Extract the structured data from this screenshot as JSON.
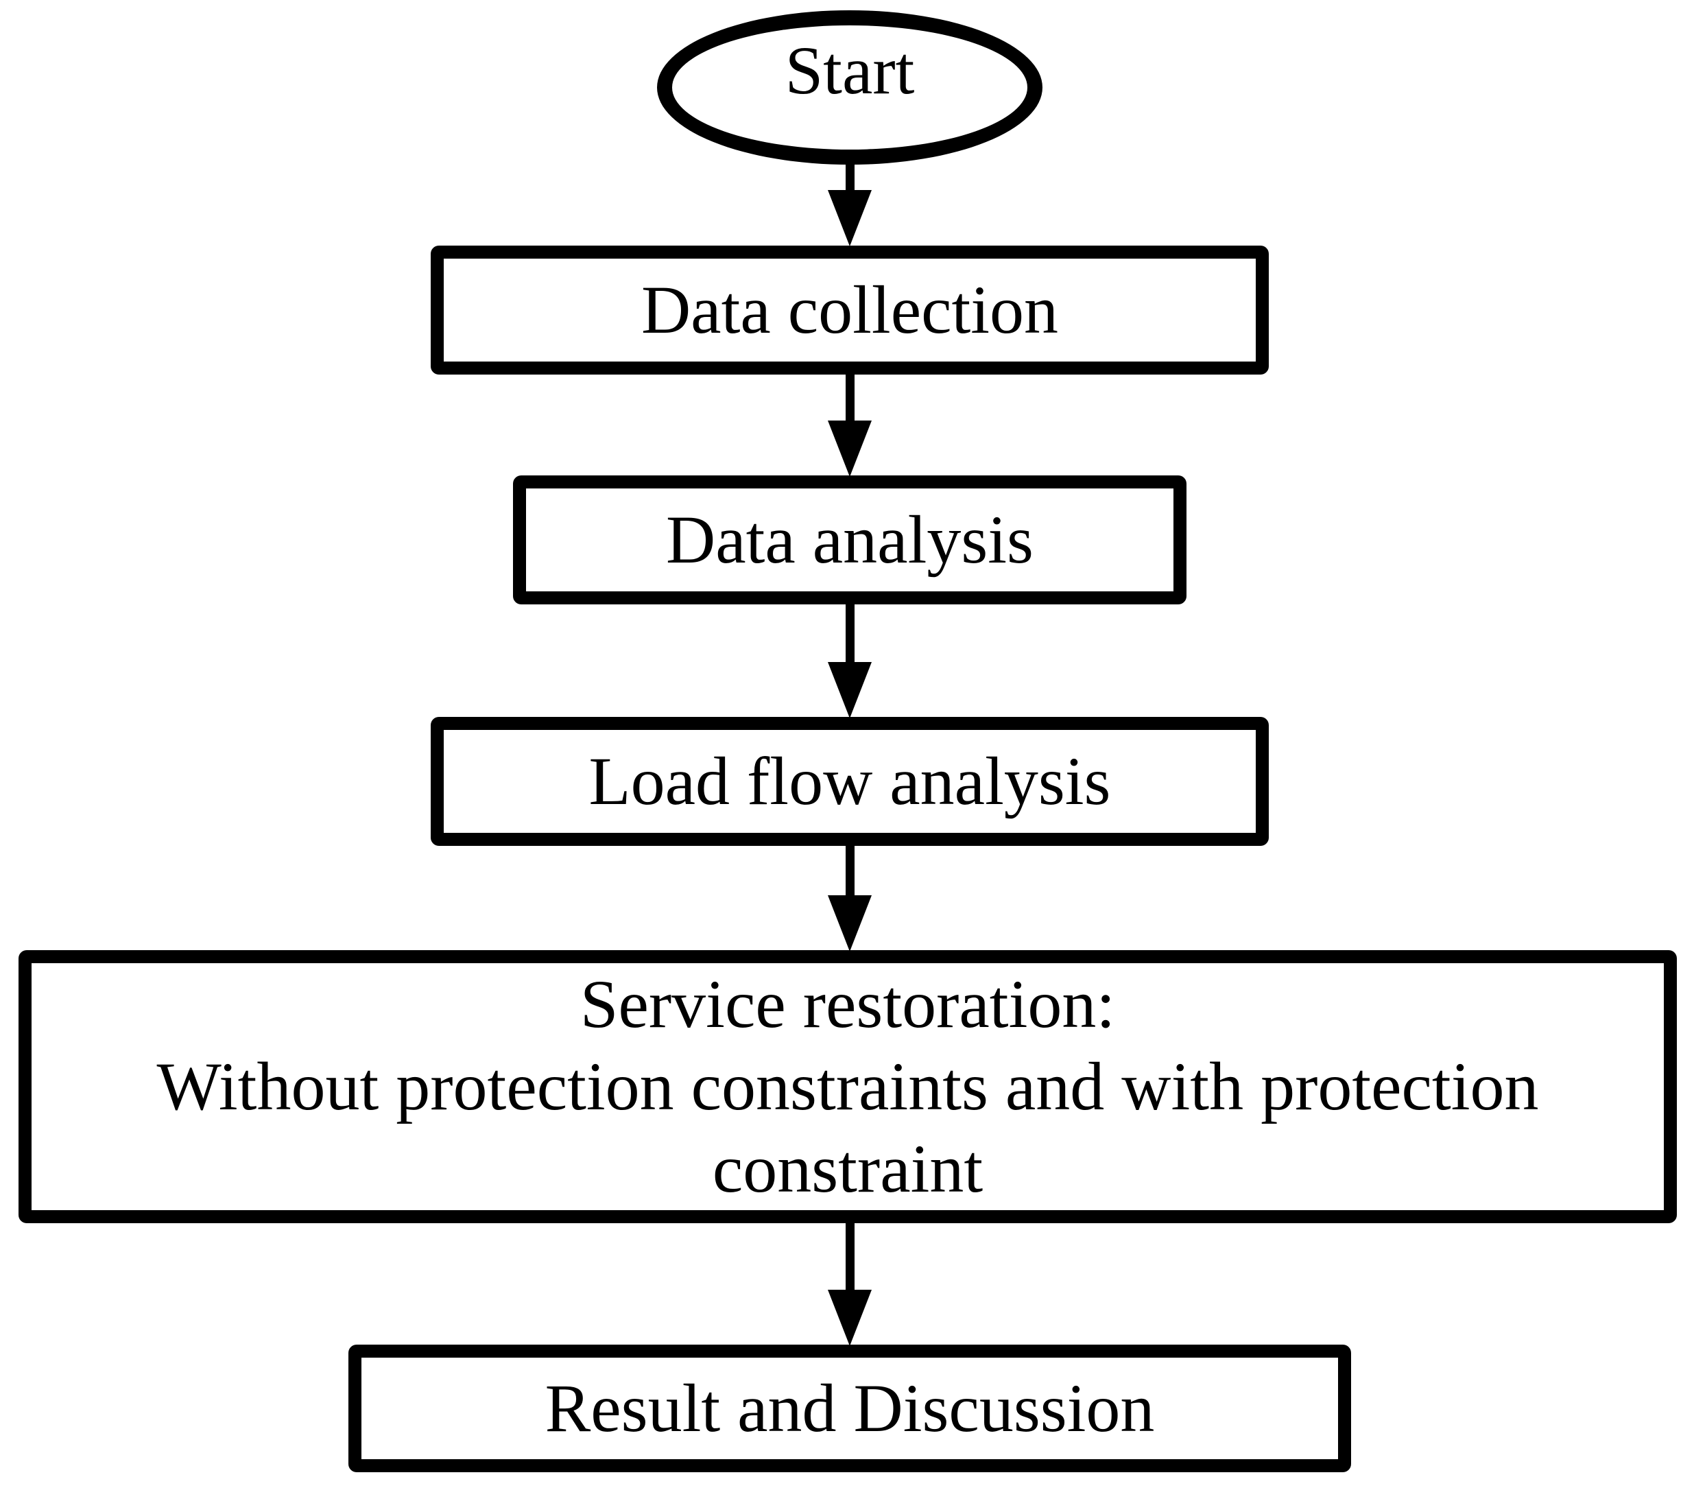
{
  "diagram": {
    "type": "flowchart",
    "colors": {
      "background": "#ffffff",
      "stroke": "#000000",
      "text": "#000000"
    },
    "nodes": {
      "start": {
        "shape": "oval",
        "label": "Start"
      },
      "data_collection": {
        "shape": "rect",
        "label": "Data collection"
      },
      "data_analysis": {
        "shape": "rect",
        "label": "Data analysis"
      },
      "load_flow_analysis": {
        "shape": "rect",
        "label": "Load flow analysis"
      },
      "service_restoration": {
        "shape": "rect",
        "label_line1": "Service restoration:",
        "label_line2": "Without protection constraints and with protection constraint"
      },
      "result_discussion": {
        "shape": "rect",
        "label": "Result and Discussion"
      }
    },
    "edges": [
      {
        "from": "start",
        "to": "data_collection",
        "direction": "down"
      },
      {
        "from": "data_collection",
        "to": "data_analysis",
        "direction": "down"
      },
      {
        "from": "data_analysis",
        "to": "load_flow_analysis",
        "direction": "down"
      },
      {
        "from": "load_flow_analysis",
        "to": "service_restoration",
        "direction": "down"
      },
      {
        "from": "service_restoration",
        "to": "result_discussion",
        "direction": "down"
      }
    ]
  }
}
